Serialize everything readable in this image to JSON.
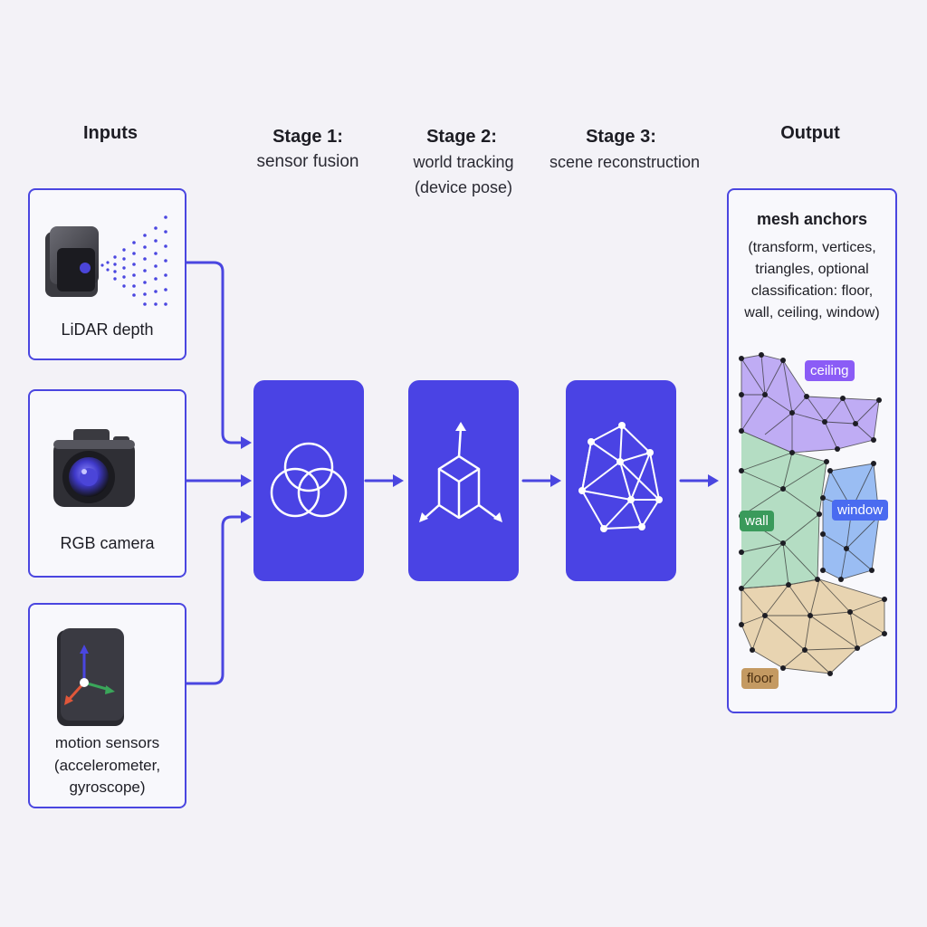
{
  "headers": {
    "inputs": "Inputs",
    "stage1_title": "Stage 1:",
    "stage1_sub": "sensor fusion",
    "stage2_title": "Stage 2:",
    "stage2_sub1": "world tracking",
    "stage2_sub2": "(device pose)",
    "stage3_title": "Stage 3:",
    "stage3_sub": "scene reconstruction",
    "output": "Output"
  },
  "inputs": [
    {
      "label": "LiDAR depth",
      "icon": "lidar-sensor-icon"
    },
    {
      "label": "RGB camera",
      "icon": "camera-icon"
    },
    {
      "label_line1": "motion sensors",
      "label_line2": "(accelerometer,",
      "label_line3": "gyroscope)",
      "icon": "motion-axes-icon"
    }
  ],
  "stages": [
    {
      "icon": "venn-circles-icon"
    },
    {
      "icon": "cube-axes-icon"
    },
    {
      "icon": "mesh-polygon-icon"
    }
  ],
  "output": {
    "title": "mesh anchors",
    "desc_line1": "(transform, vertices,",
    "desc_line2": "triangles, optional",
    "desc_line3": "classification: floor,",
    "desc_line4": "wall, ceiling, window)",
    "tags": {
      "ceiling": "ceiling",
      "wall": "wall",
      "window": "window",
      "floor": "floor"
    }
  },
  "colors": {
    "accent": "#4a43e4",
    "ceiling": "#8b5cf6",
    "wall": "#3a9a5b",
    "window": "#4a6bf0",
    "floor": "#c49a62"
  }
}
